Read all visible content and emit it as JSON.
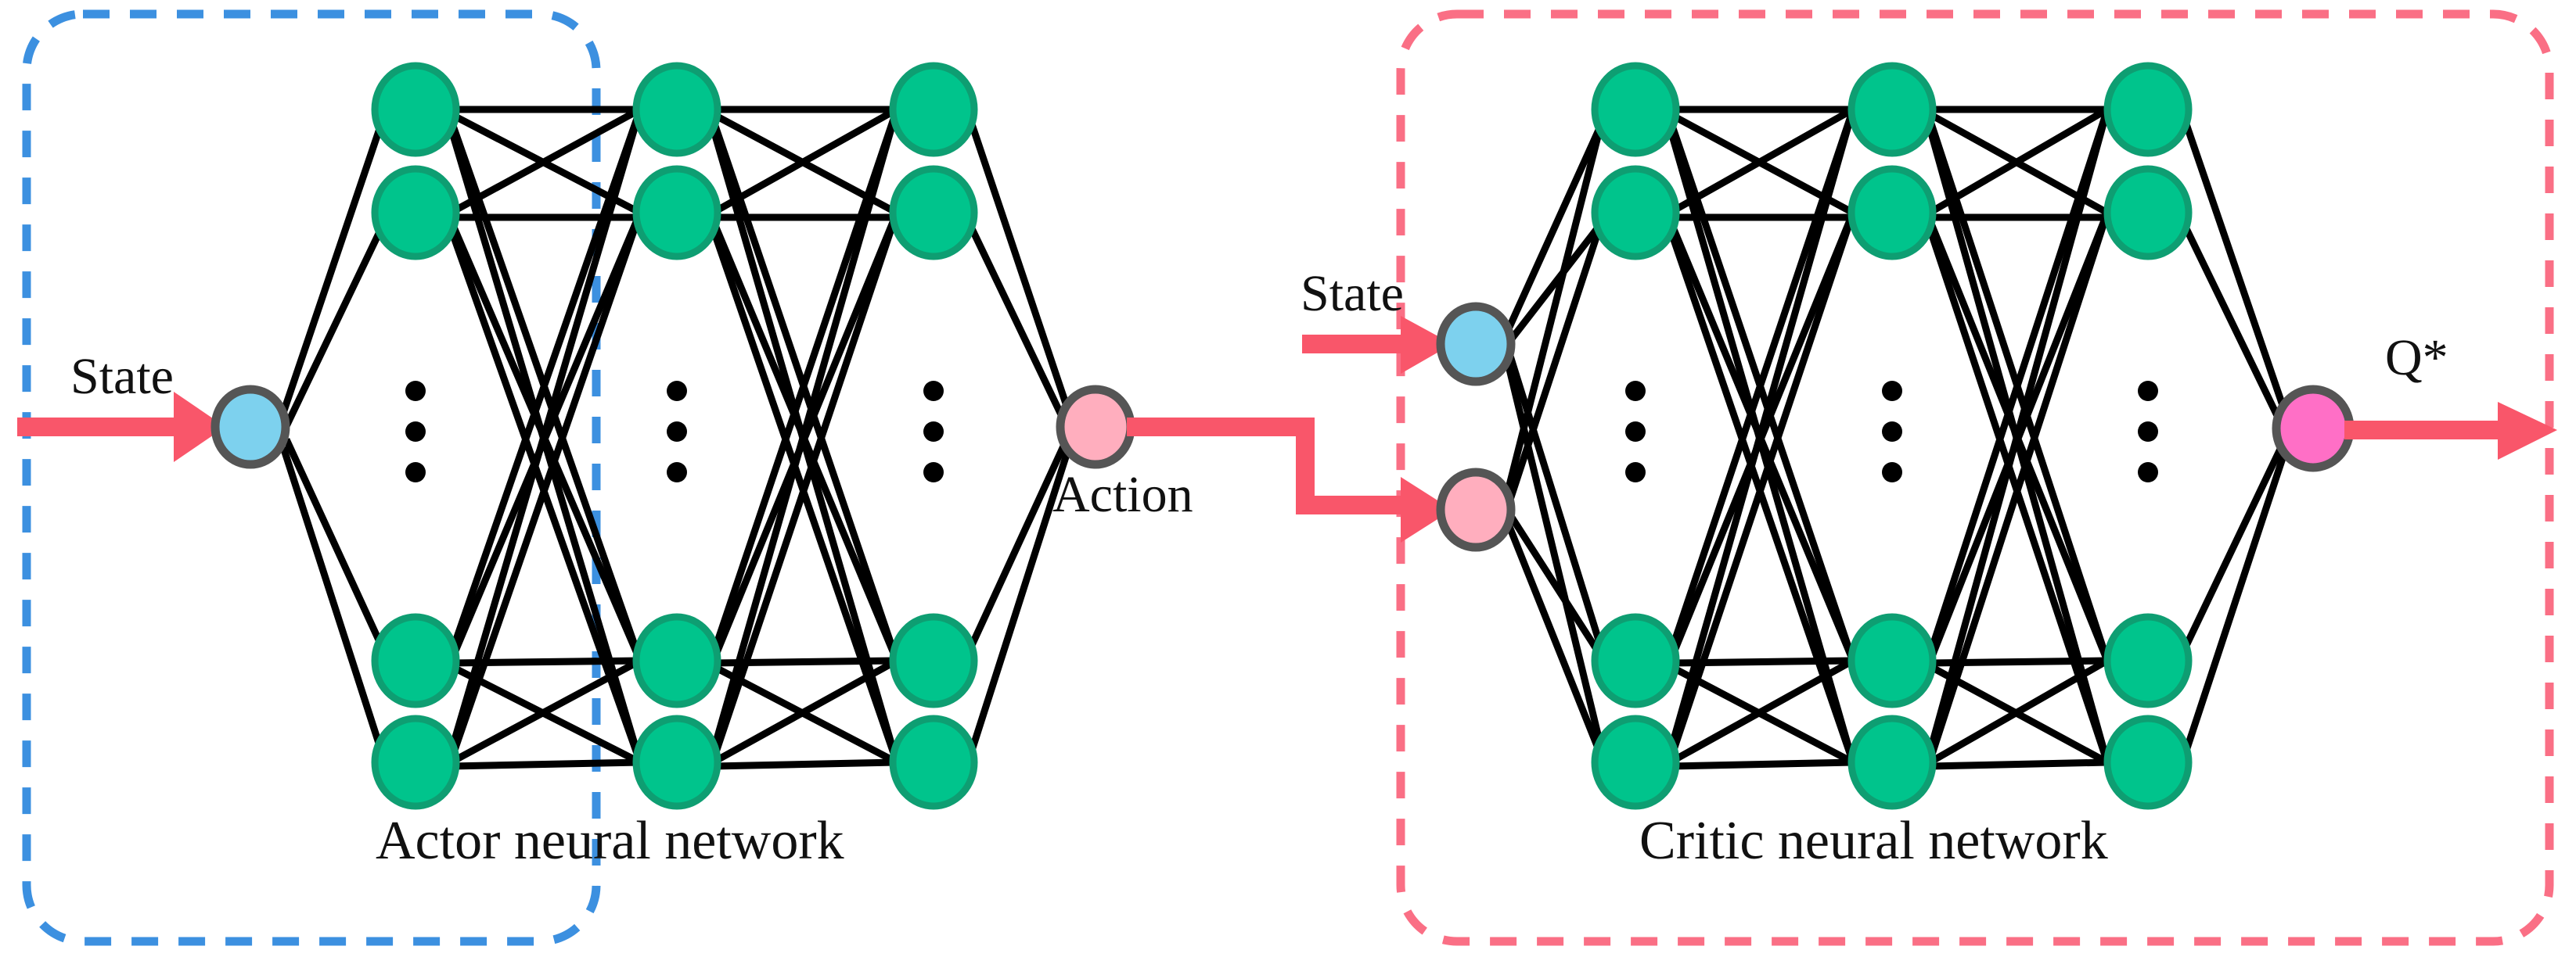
{
  "figure": {
    "type": "neural-network-architecture-diagram",
    "background": "#ffffff"
  },
  "colors": {
    "actor_border": "#3C90E0",
    "critic_border": "#FA6F85",
    "arrow_red": "#F9566A",
    "node_green_fill": "#00C48C",
    "node_green_stroke": "#0E9E72",
    "node_blue_fill": "#7DD1EE",
    "node_pink_light_fill": "#FFAEBE",
    "node_magenta_fill": "#FF6FC6",
    "node_gray_stroke": "#555555",
    "edge_black": "#000000",
    "text": "#111111"
  },
  "actor": {
    "title": "Actor neural network",
    "border_style": "dashed",
    "border_color": "#3C90E0",
    "input": {
      "label": "State",
      "node_name": "state-input-node",
      "color": "#7DD1EE"
    },
    "output": {
      "label": "Action",
      "node_name": "action-output-node",
      "color": "#FFAEBE"
    },
    "hidden_layers": 3,
    "visible_nodes_per_layer": 4,
    "ellipsis_dots": 3,
    "ellipsis_symbol": "⋮"
  },
  "critic": {
    "title": "Critic neural network",
    "border_style": "dashed",
    "border_color": "#FA6F85",
    "inputs": [
      {
        "label": "State",
        "node_name": "state-input-node",
        "color": "#7DD1EE"
      },
      {
        "label": "",
        "node_name": "action-input-node",
        "color": "#FFAEBE"
      }
    ],
    "output": {
      "label": "Q*",
      "node_name": "qstar-output-node",
      "color": "#FF6FC6"
    },
    "hidden_layers": 3,
    "visible_nodes_per_layer": 4,
    "ellipsis_dots": 3,
    "ellipsis_symbol": "⋮"
  },
  "connectors": {
    "state_to_actor": "arrow",
    "actor_action_to_critic_action": "elbow-arrow",
    "state_to_critic": "arrow",
    "qstar_out": "arrow"
  },
  "labels": {
    "state_actor": "State",
    "action": "Action",
    "actor_title": "Actor neural network",
    "state_critic": "State",
    "qstar": "Q*",
    "critic_title": "Critic neural network"
  }
}
